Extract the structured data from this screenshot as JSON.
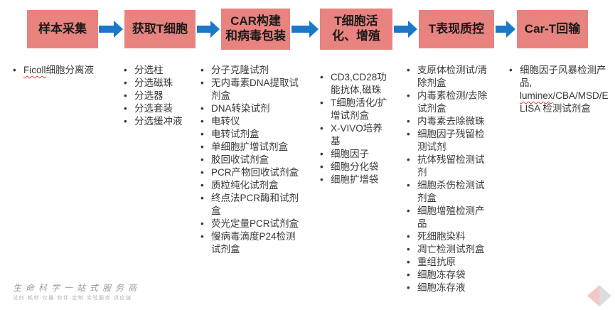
{
  "stages": [
    {
      "label": "样本采集"
    },
    {
      "label": "获取T细胞"
    },
    {
      "label": "CAR构建\n和病毒包装"
    },
    {
      "label": "T细胞活\n化、增殖"
    },
    {
      "label": "T表现质控"
    },
    {
      "label": "Car-T回输"
    }
  ],
  "columns": [
    {
      "items": [
        "Ficoll细胞分离液"
      ]
    },
    {
      "items": [
        "分选柱",
        "分选磁珠",
        "分选器",
        "分选套装",
        "分选缓冲液"
      ]
    },
    {
      "items": [
        "分子克隆试剂",
        "无内毒素DNA提取试剂盒",
        "DNA转染试剂",
        "电转仪",
        "电转试剂盒",
        "单细胞扩增试剂盒",
        "胶回收试剂盒",
        "PCR产物回收试剂盒",
        "质粒纯化试剂盒",
        "终点法PCR酶和试剂盒",
        "荧光定量PCR试剂盒",
        "慢病毒滴度P24检测试剂盒"
      ]
    },
    {
      "items": [
        "CD3,CD28功能抗体,磁珠",
        "T细胞活化/扩增试剂盒",
        "X-VIVO培养基",
        "细胞因子",
        "细胞分化袋",
        "细胞扩增袋"
      ]
    },
    {
      "items": [
        "支原体检测试/清除剂盒",
        "内毒素检测/去除试剂盒",
        "内毒素去除微珠",
        "细胞因子残留检测试剂",
        "抗体残留检测试剂",
        "细胞杀伤检测试剂盒",
        "细胞增殖检测产品",
        "死细胞染料",
        "凋亡检测试剂盒",
        "重组抗原",
        "细胞冻存袋",
        "细胞冻存液"
      ]
    },
    {
      "items": [
        "细胞因子风暴检测产品,\nluminex/CBA/MSD/ELISA 检测试剂盒"
      ]
    }
  ],
  "footer": {
    "slogan": "生命科学一站式服务商",
    "tagline": "试剂·耗材·仪器·软件·定制·实验服务·供应链"
  },
  "squiggle_words": [
    "Ficoll",
    "luminex"
  ],
  "colors": {
    "stage_bg": "#E8837F",
    "arrow": "#1B78C8",
    "text": "#3B3838",
    "logo_pink": "#F2C9C6",
    "logo_gray": "#DCDCDC"
  }
}
